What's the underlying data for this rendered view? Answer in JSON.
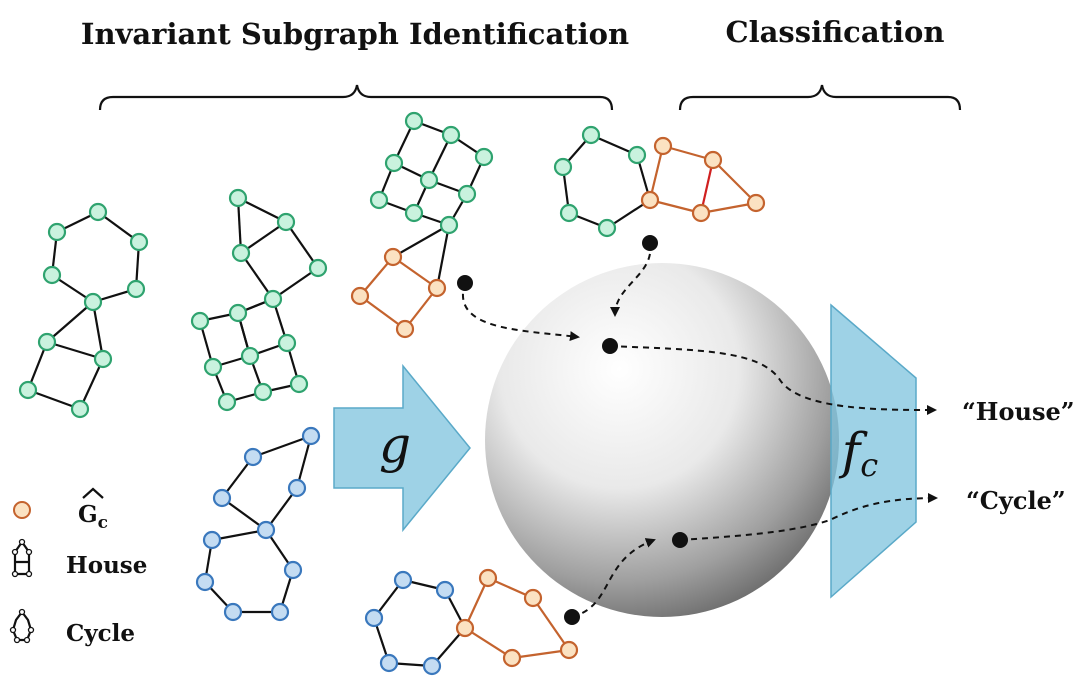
{
  "headings": {
    "left": "Invariant Subgraph Identification",
    "right": "Classification"
  },
  "encoder": {
    "symbol": "g",
    "color": "#7ec3dd"
  },
  "classifier": {
    "symbol_main": "f",
    "symbol_sub": "c",
    "color": "#7ec3dd"
  },
  "outputs": {
    "house": "“House”",
    "cycle": "“Cycle”"
  },
  "legend": {
    "gc_main": "G",
    "gc_sub": "c",
    "house": "House",
    "cycle": "Cycle"
  },
  "colors": {
    "green_node": "#c9f2de",
    "green_stroke": "#2fa36f",
    "blue_node": "#c4dcf2",
    "blue_stroke": "#3a78bd",
    "orange_node": "#fbe2c2",
    "orange_stroke": "#c4632e"
  }
}
